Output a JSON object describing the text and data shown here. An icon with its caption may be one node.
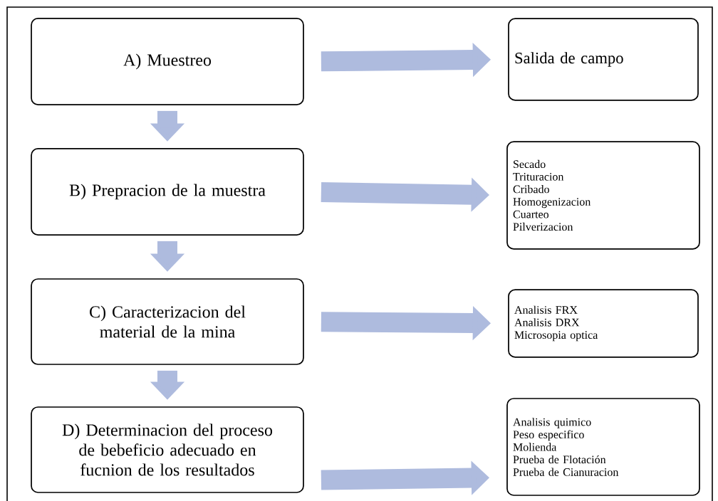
{
  "diagram": {
    "nodes": [
      {
        "text": [
          "A) Muestreo"
        ]
      },
      {
        "text": [
          "Salida de campo"
        ]
      },
      {
        "text": [
          "B) Prepracion de la muestra"
        ]
      },
      {
        "text": [
          "Secado",
          "Trituracion",
          "Cribado",
          "Homogenizacion",
          "Cuarteo",
          "Pilverizacion"
        ]
      },
      {
        "text": [
          "C) Caracterizacion del material de la mina"
        ]
      },
      {
        "text": [
          "Analisis FRX",
          "Analisis DRX",
          "Microsopia optica"
        ]
      },
      {
        "text": [
          "D) Determinacion del proceso de bebeficio adecuado en fucnion de los resultados"
        ]
      },
      {
        "text": [
          "Analisis quimico",
          "Peso especifico",
          "Molienda",
          "Prueba de Flotación",
          "Prueba de Cianuracion"
        ]
      }
    ],
    "edges": [
      {
        "from": 0,
        "to": 1,
        "arrow": "to"
      },
      {
        "from": 0,
        "to": 2,
        "arrow": "to"
      },
      {
        "from": 2,
        "to": 3,
        "arrow": "to"
      },
      {
        "from": 2,
        "to": 4,
        "arrow": "to"
      },
      {
        "from": 4,
        "to": 5,
        "arrow": "to"
      },
      {
        "from": 4,
        "to": 6,
        "arrow": "to"
      },
      {
        "from": 6,
        "to": 7,
        "arrow": "to"
      }
    ]
  }
}
